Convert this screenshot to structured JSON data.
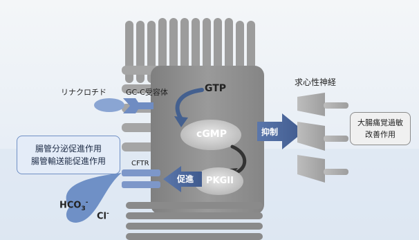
{
  "labels": {
    "linaclotide": "リナクロチド",
    "gcc_receptor": "GC-C受容体",
    "gtp": "GTP",
    "cgmp": "cGMP",
    "pkgii": "PKGII",
    "cftr": "CFTR",
    "promote": "促進",
    "inhibit": "抑制",
    "afferent_nerve": "求心性神経",
    "hco3": "HCO",
    "hco3_sub": "3",
    "hco3_sup": "-",
    "cl": "Cl",
    "cl_sup": "-"
  },
  "left_box": {
    "line1": "腸管分泌促進作用",
    "line2": "腸管輸送能促進作用"
  },
  "right_box": {
    "line1": "大腸痛覚過敏",
    "line2": "改善作用"
  },
  "colors": {
    "cell_gray": "#8f8f8f",
    "arrow_blue": "#4e6aa0",
    "drop_blue": "#6f90c6",
    "box_border": "#6f8fc4",
    "box_fill": "#e4ecf8"
  }
}
